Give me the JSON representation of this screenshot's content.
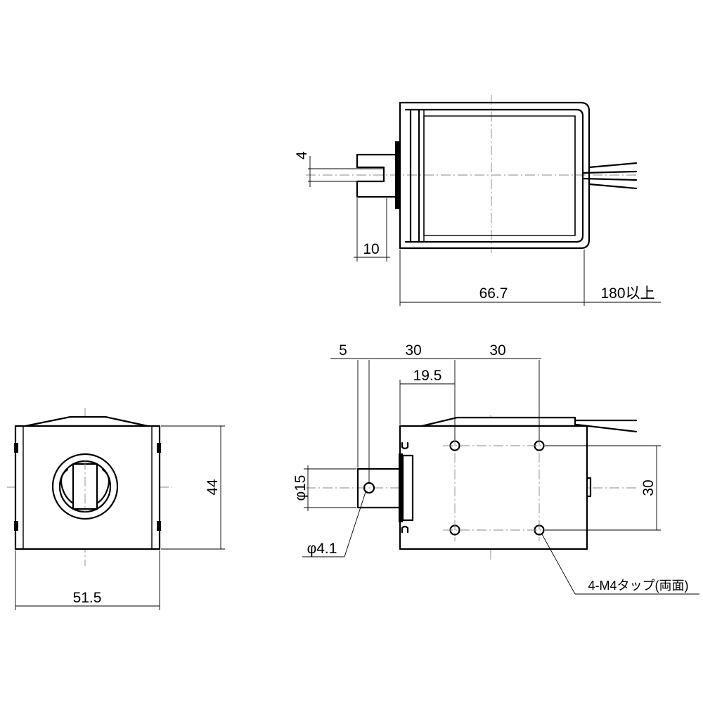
{
  "dimensions": {
    "top_slot_width": "4",
    "top_shaft_length": "10",
    "top_body_length": "66.7",
    "top_lead_length": "180以上",
    "front_height": "44",
    "front_width": "51.5",
    "side_offset": "5",
    "side_span_1": "30",
    "side_span_2": "30",
    "side_hole_offset": "19.5",
    "side_shaft_dia": "φ15",
    "side_pin_hole": "φ4.1",
    "side_hole_pitch": "30",
    "side_tap_note": "4-M4タップ(両面)"
  }
}
